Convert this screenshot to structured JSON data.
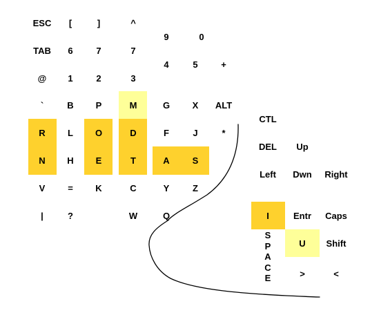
{
  "colors": {
    "highlight_dark": "#fed12d",
    "highlight_light": "#feff99",
    "ink": "#000000",
    "background": "#ffffff"
  },
  "keys": [
    {
      "id": "esc",
      "label": "ESC"
    },
    {
      "id": "lbracket",
      "label": "["
    },
    {
      "id": "rbracket",
      "label": "]"
    },
    {
      "id": "caret",
      "label": "^"
    },
    {
      "id": "nine",
      "label": "9"
    },
    {
      "id": "zero",
      "label": "0"
    },
    {
      "id": "tab",
      "label": "TAB"
    },
    {
      "id": "six",
      "label": "6"
    },
    {
      "id": "seven-a",
      "label": "7"
    },
    {
      "id": "seven-b",
      "label": "7"
    },
    {
      "id": "four",
      "label": "4"
    },
    {
      "id": "five",
      "label": "5"
    },
    {
      "id": "plus",
      "label": "+"
    },
    {
      "id": "at",
      "label": "@"
    },
    {
      "id": "one",
      "label": "1"
    },
    {
      "id": "two",
      "label": "2"
    },
    {
      "id": "three",
      "label": "3"
    },
    {
      "id": "backtick",
      "label": "`"
    },
    {
      "id": "b",
      "label": "B"
    },
    {
      "id": "p",
      "label": "P"
    },
    {
      "id": "m",
      "label": "M"
    },
    {
      "id": "g",
      "label": "G"
    },
    {
      "id": "x",
      "label": "X"
    },
    {
      "id": "alt",
      "label": "ALT"
    },
    {
      "id": "ctl",
      "label": "CTL"
    },
    {
      "id": "r",
      "label": "R"
    },
    {
      "id": "l",
      "label": "L"
    },
    {
      "id": "o",
      "label": "O"
    },
    {
      "id": "d",
      "label": "D"
    },
    {
      "id": "f",
      "label": "F"
    },
    {
      "id": "j",
      "label": "J"
    },
    {
      "id": "asterisk",
      "label": "*"
    },
    {
      "id": "del",
      "label": "DEL"
    },
    {
      "id": "up",
      "label": "Up"
    },
    {
      "id": "n",
      "label": "N"
    },
    {
      "id": "h",
      "label": "H"
    },
    {
      "id": "e",
      "label": "E"
    },
    {
      "id": "t",
      "label": "T"
    },
    {
      "id": "a",
      "label": "A"
    },
    {
      "id": "s",
      "label": "S"
    },
    {
      "id": "left",
      "label": "Left"
    },
    {
      "id": "down",
      "label": "Dwn"
    },
    {
      "id": "right",
      "label": "Right"
    },
    {
      "id": "v",
      "label": "V"
    },
    {
      "id": "equals",
      "label": "="
    },
    {
      "id": "k",
      "label": "K"
    },
    {
      "id": "c",
      "label": "C"
    },
    {
      "id": "y",
      "label": "Y"
    },
    {
      "id": "z",
      "label": "Z"
    },
    {
      "id": "pipe",
      "label": "|"
    },
    {
      "id": "question",
      "label": "?"
    },
    {
      "id": "w",
      "label": "W"
    },
    {
      "id": "q",
      "label": "Q"
    },
    {
      "id": "i",
      "label": "I"
    },
    {
      "id": "enter",
      "label": "Entr"
    },
    {
      "id": "caps",
      "label": "Caps"
    },
    {
      "id": "u",
      "label": "U"
    },
    {
      "id": "shift",
      "label": "Shift"
    },
    {
      "id": "gt",
      "label": ">"
    },
    {
      "id": "lt",
      "label": "<"
    }
  ],
  "space_letters": [
    "S",
    "P",
    "A",
    "C",
    "E"
  ]
}
